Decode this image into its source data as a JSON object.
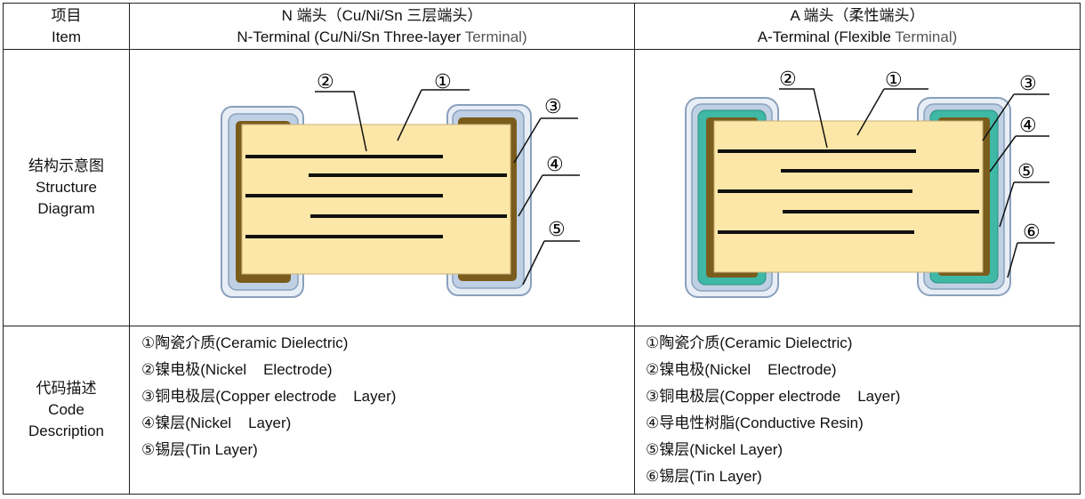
{
  "header": {
    "item_cn": "项目",
    "item_en": "Item",
    "n_title_cn": "N 端头（Cu/Ni/Sn 三层端头）",
    "n_title_en_a": "N-Terminal (Cu/Ni/Sn Three-layer ",
    "n_title_en_b": "Terminal)",
    "a_title_cn": "A 端头（柔性端头）",
    "a_title_en_a": "A-Terminal (Flexible ",
    "a_title_en_b": "Terminal)"
  },
  "row_structure": {
    "label_cn": "结构示意图",
    "label_en_1": "Structure",
    "label_en_2": "Diagram"
  },
  "row_code": {
    "label_cn": "代码描述",
    "label_en_1": "Code",
    "label_en_2": "Description"
  },
  "callouts_n": [
    "①",
    "②",
    "③",
    "④",
    "⑤"
  ],
  "callouts_a": [
    "①",
    "②",
    "③",
    "④",
    "⑤",
    "⑥"
  ],
  "desc_n": [
    "①陶瓷介质(Ceramic Dielectric)",
    "②镍电极(Nickel    Electrode)",
    "③铜电极层(Copper electrode    Layer)",
    "④镍层(Nickel    Layer)",
    "⑤锡层(Tin Layer)"
  ],
  "desc_a": [
    "①陶瓷介质(Ceramic Dielectric)",
    "②镍电极(Nickel    Electrode)",
    "③铜电极层(Copper electrode    Layer)",
    "④导电性树脂(Conductive Resin)",
    "⑤镍层(Nickel Layer)",
    "⑥锡层(Tin Layer)"
  ],
  "colors": {
    "ceramic": "#fde7a8",
    "copper": "#7a5c1c",
    "nickel": "#bfd0e4",
    "tin": "#e8eef5",
    "resin": "#3fb8a6",
    "electrode": "#111111"
  }
}
